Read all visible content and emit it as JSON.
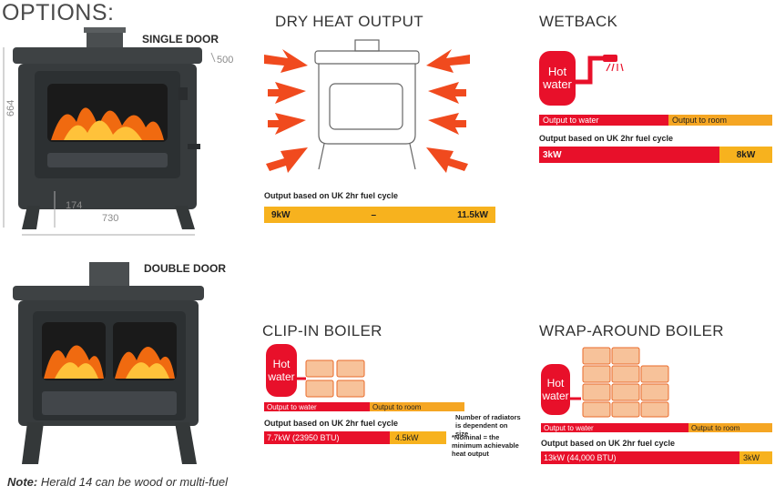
{
  "title": "OPTIONS:",
  "single_door": {
    "label": "SINGLE DOOR",
    "dim_depth": "500",
    "dim_height": "664",
    "dim_leg": "174",
    "dim_width": "730"
  },
  "double_door": {
    "label": "DOUBLE DOOR"
  },
  "note": {
    "bold": "Note:",
    "text": " Herald 14 can be wood or multi-fuel"
  },
  "dry_heat": {
    "title": "DRY HEAT OUTPUT",
    "output_label": "Output based on UK 2hr fuel cycle",
    "low": "9kW",
    "dash": "–",
    "high": "11.5kW"
  },
  "wetback": {
    "title": "WETBACK",
    "hot": "Hot",
    "water": "water",
    "output_water": "Output to water",
    "output_room": "Output to room",
    "output_label": "Output based on UK 2hr fuel cycle",
    "water_value": "3kW",
    "room_value": "8kW"
  },
  "clip_in": {
    "title": "CLIP-IN BOILER",
    "hot": "Hot",
    "water": "water",
    "output_water": "Output to water",
    "output_room": "Output to room",
    "output_label": "Output based on UK 2hr fuel cycle",
    "water_value": "7.7kW (23950 BTU)",
    "room_value": "4.5kW",
    "radiator_note": "Number of radiators is dependent on size",
    "nominal_note": "*Nominal = the minimum achievable heat output"
  },
  "wrap_around": {
    "title": "WRAP-AROUND BOILER",
    "hot": "Hot",
    "water": "water",
    "output_water": "Output to water",
    "output_room": "Output to room",
    "output_label": "Output based on UK 2hr fuel cycle",
    "water_value": "13kW (44,000 BTU)",
    "room_value": "3kW"
  },
  "colors": {
    "red": "#e8102a",
    "orange": "#f5a623",
    "stove": "#3b3f40",
    "fire": "#f06a10"
  }
}
